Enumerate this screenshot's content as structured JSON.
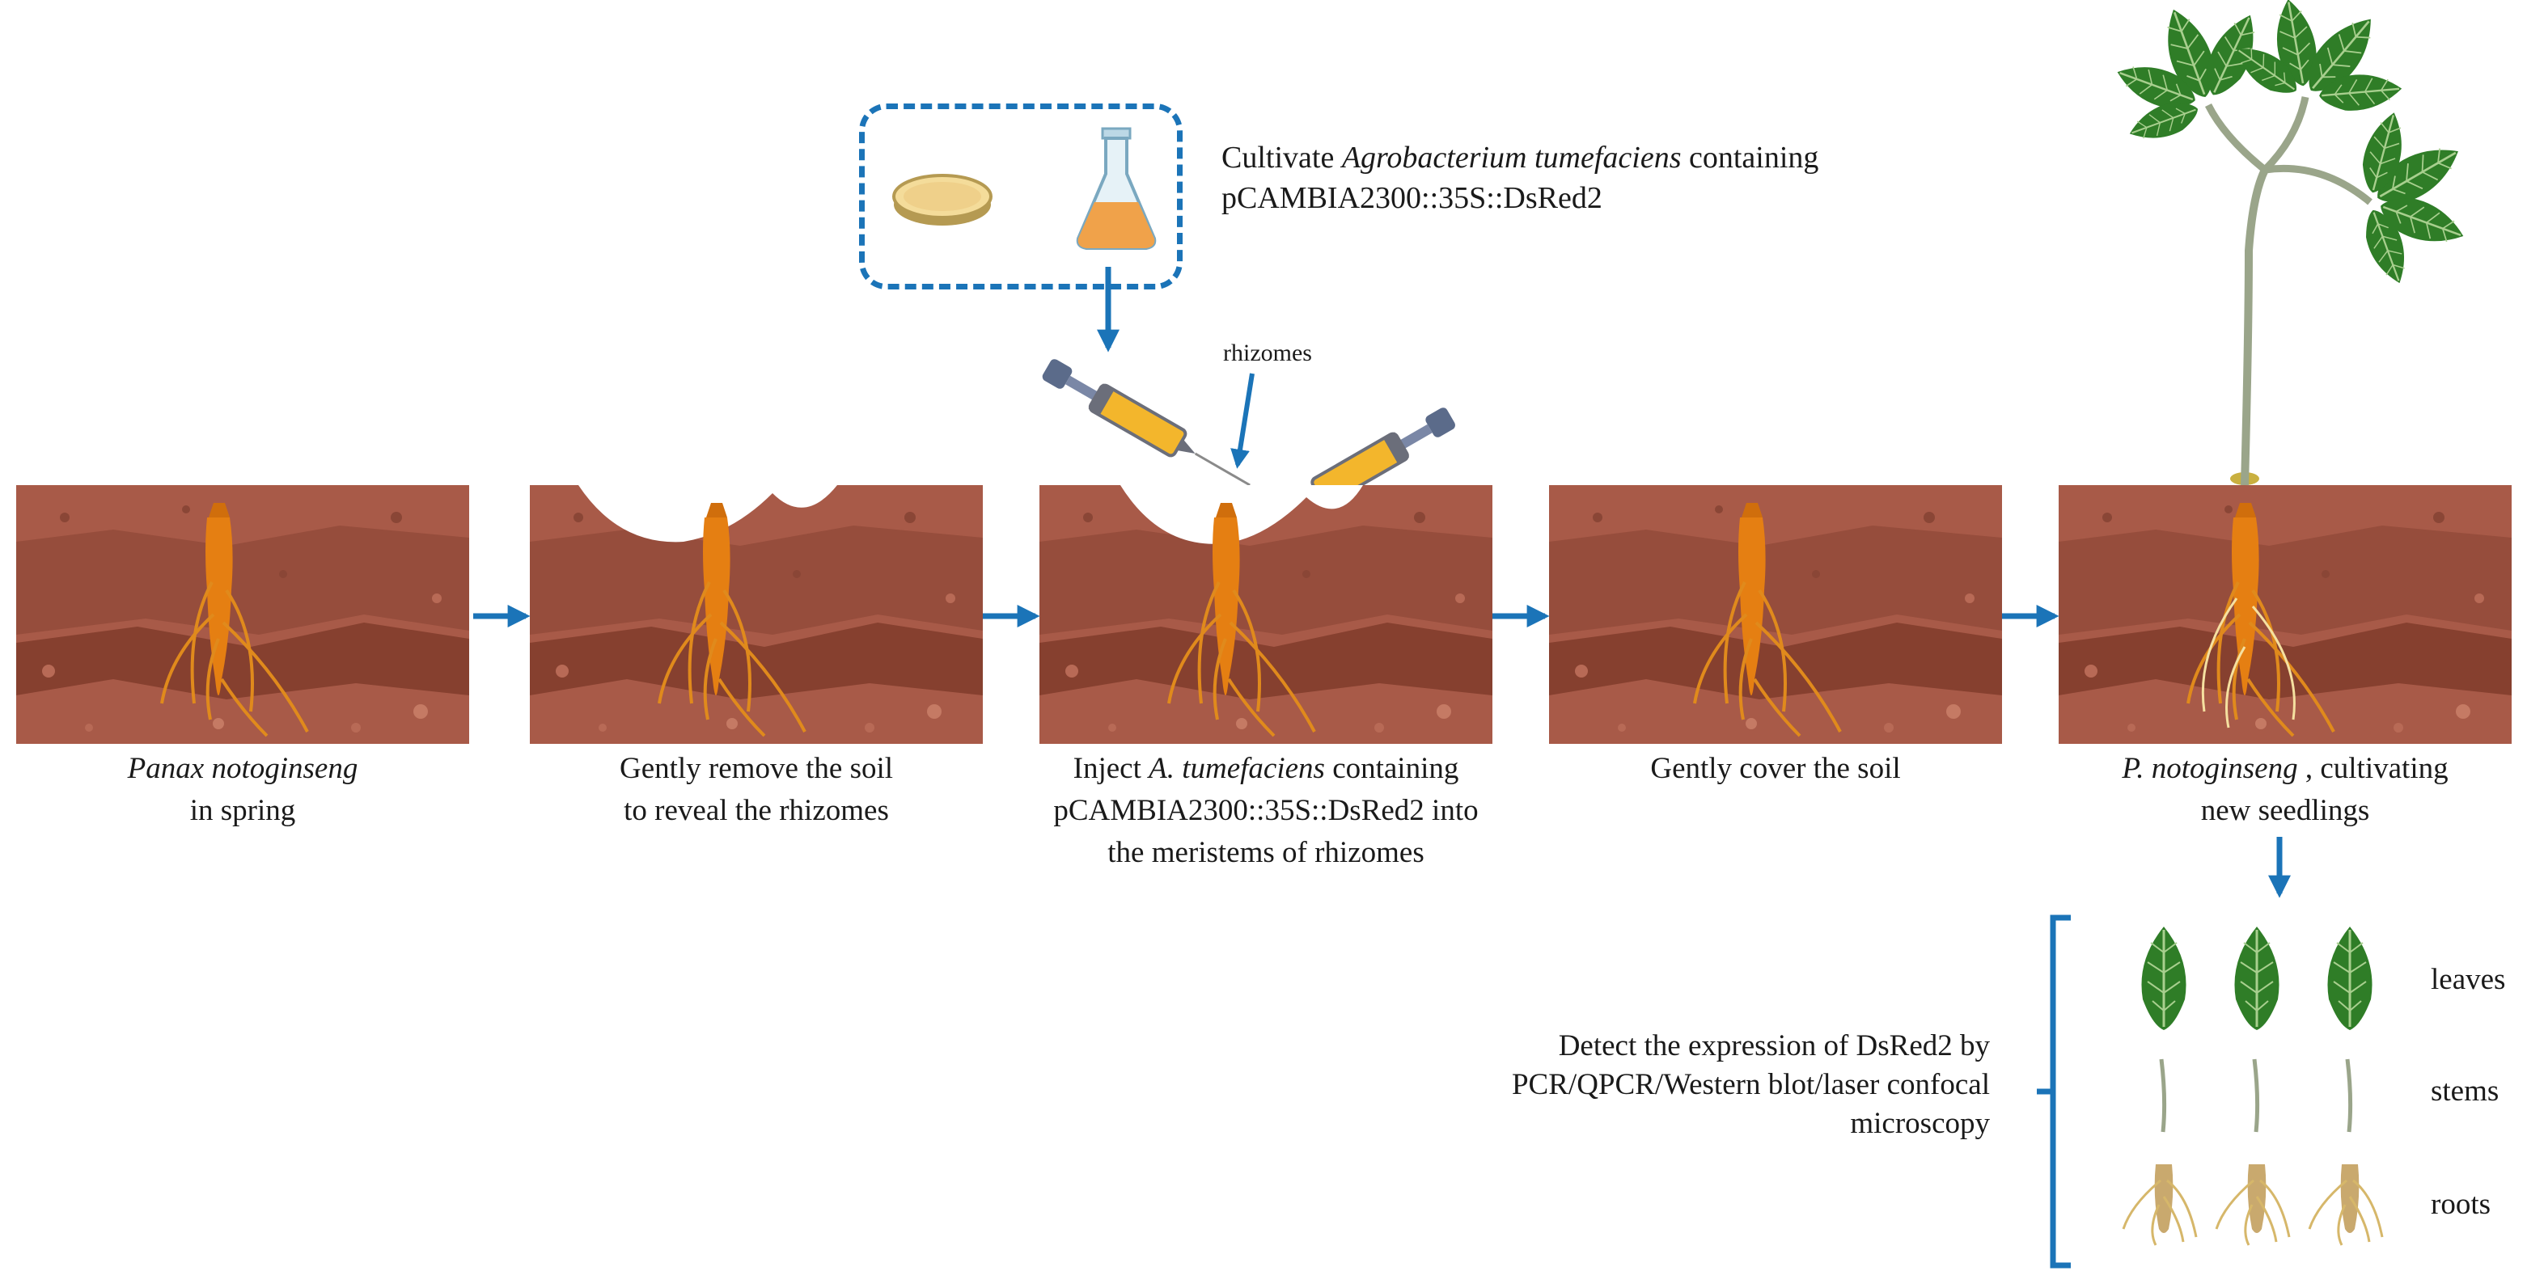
{
  "culture": {
    "line1_prefix": "Cultivate ",
    "line1_italic": "Agrobacterium tumefaciens",
    "line1_suffix": " containing",
    "line2": "pCAMBIA2300::35S::DsRed2"
  },
  "rhizomes_label": "rhizomes",
  "steps": [
    {
      "line1_italic": "Panax notoginseng",
      "line2": "in spring"
    },
    {
      "line1": "Gently remove the soil",
      "line2": "to reveal the rhizomes"
    },
    {
      "line1_prefix": "Inject ",
      "line1_italic": "A. tumefaciens",
      "line1_suffix": " containing",
      "line2": "pCAMBIA2300::35S::DsRed2 into",
      "line3": "the meristems of rhizomes"
    },
    {
      "line1": "Gently cover the soil"
    },
    {
      "line1_italic": "P. notoginseng",
      "line1_suffix": " , cultivating",
      "line2": "new seedlings"
    }
  ],
  "detect": {
    "line1": "Detect the expression of DsRed2 by",
    "line2": "PCR/QPCR/Western blot/laser confocal",
    "line3": "microscopy"
  },
  "tissues": [
    "leaves",
    "stems",
    "roots"
  ],
  "colors": {
    "soil_light": "#a85a48",
    "soil_dark": "#86402f",
    "root": "#e57f12",
    "arrow": "#1b74b8",
    "leaf": "#2f7d27",
    "stem": "#9aa58a"
  }
}
